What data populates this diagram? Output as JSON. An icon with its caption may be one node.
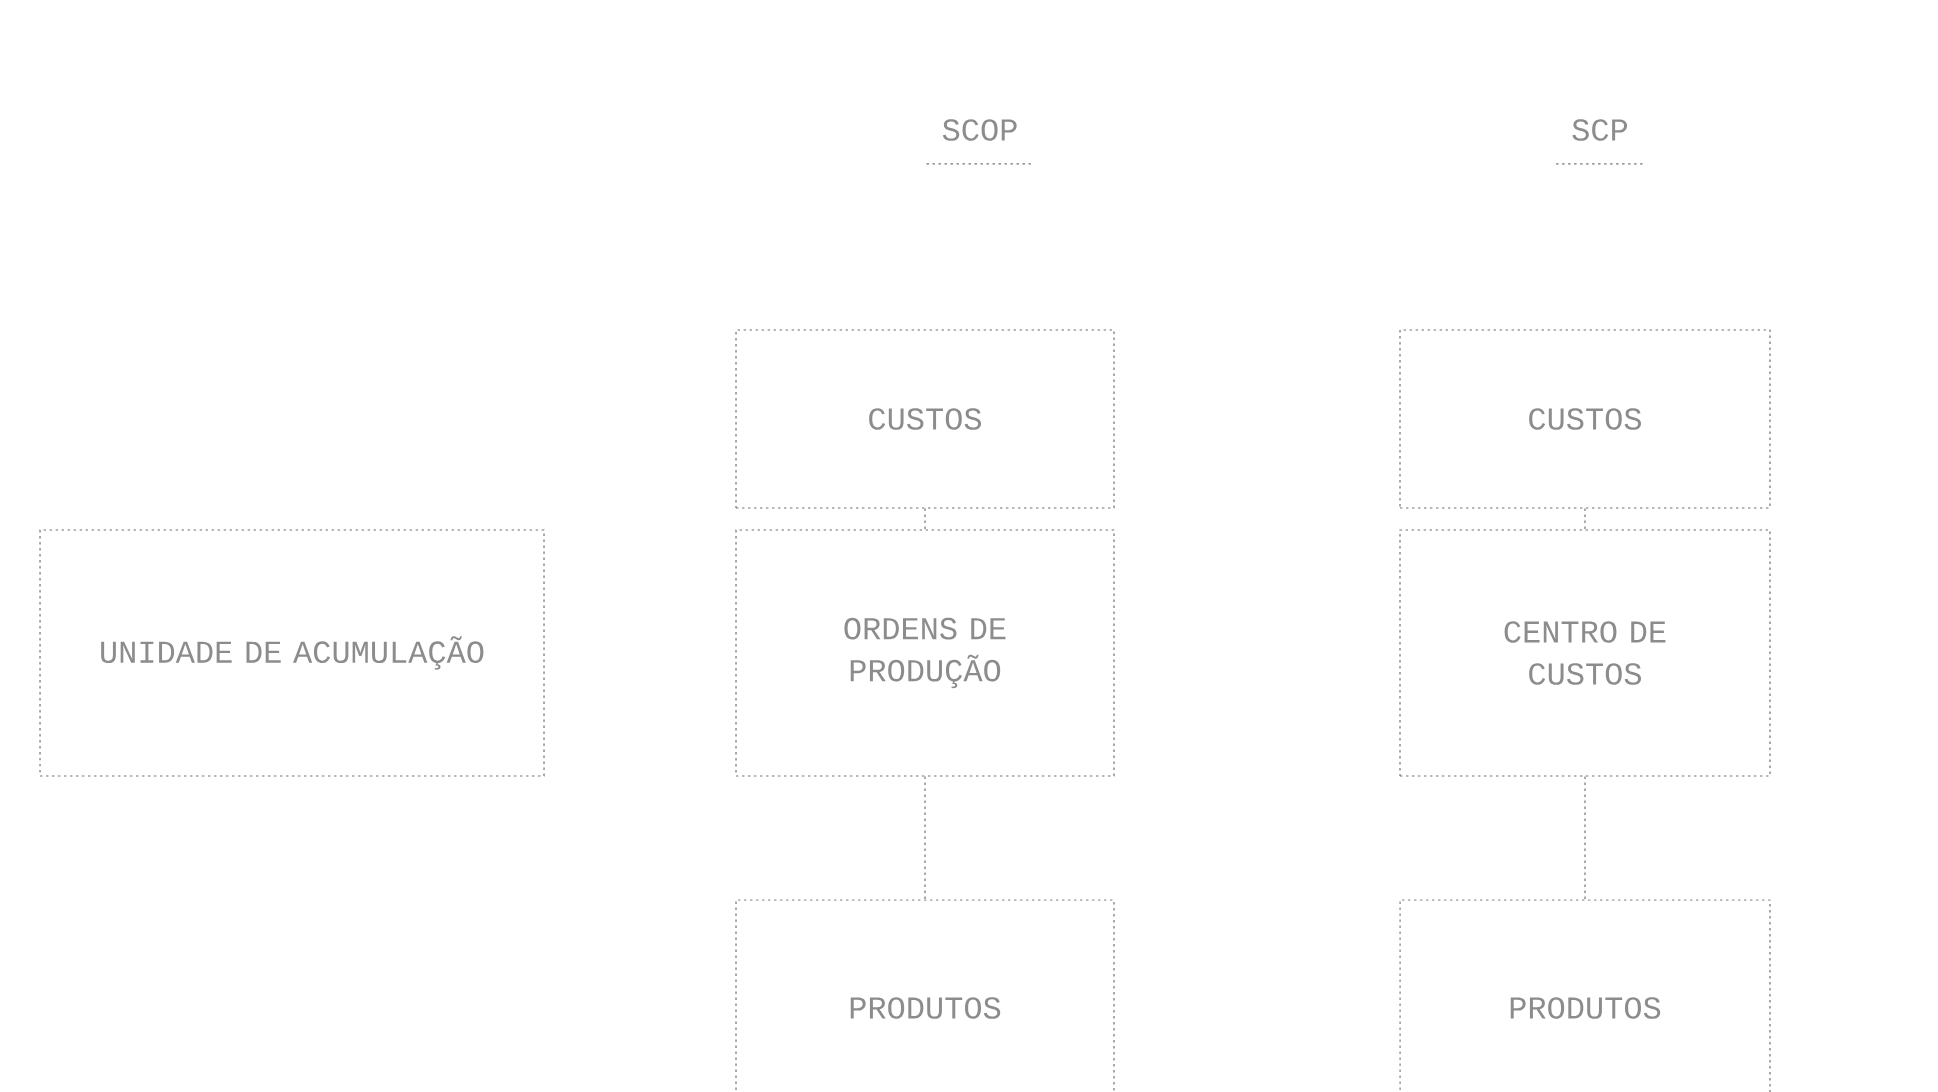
{
  "diagram": {
    "nodes": [
      {
        "text": [
          "UNIDADE DE ACUMULAÇÃO"
        ]
      },
      {
        "text": [
          "CUSTOS"
        ]
      },
      {
        "text": [
          "ORDENS DE PRODUÇÃO"
        ]
      },
      {
        "text": [
          "PRODUTOS"
        ]
      },
      {
        "text": [
          "CUSTOS"
        ]
      },
      {
        "text": [
          "CENTRO DE CUSTOS"
        ]
      },
      {
        "text": [
          "PRODUTOS"
        ]
      }
    ],
    "edges": [
      {
        "from": 1,
        "to": 2,
        "arrow": "none"
      },
      {
        "from": 2,
        "to": 3,
        "arrow": "none"
      },
      {
        "from": 4,
        "to": 5,
        "arrow": "none"
      },
      {
        "from": 5,
        "to": 6,
        "arrow": "none"
      }
    ],
    "labels": [
      "SCOP",
      "SCP"
    ]
  }
}
